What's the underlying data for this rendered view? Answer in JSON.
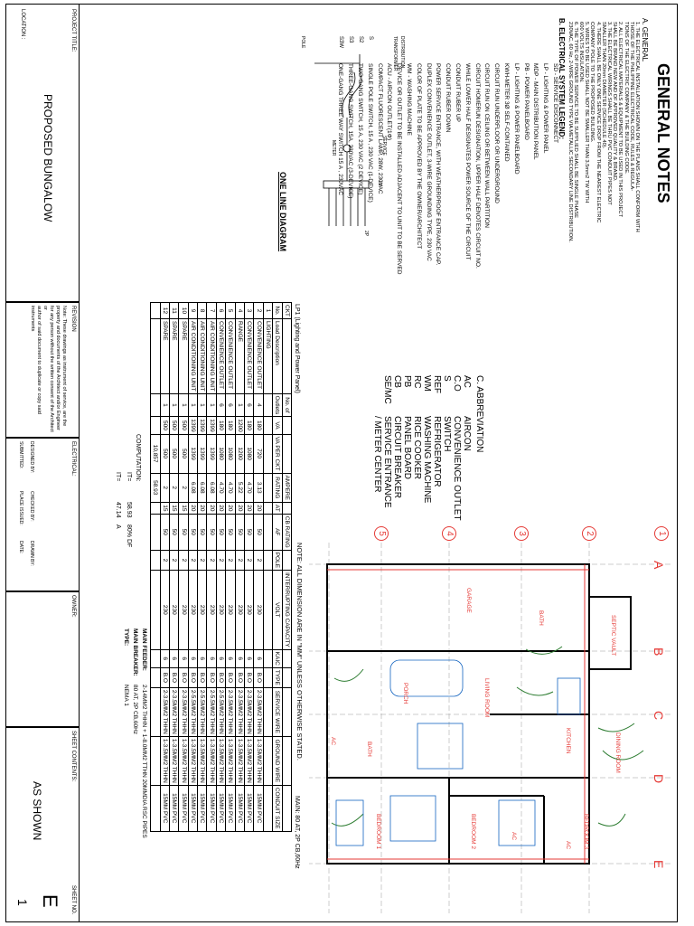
{
  "notes": {
    "title": "GENERAL NOTES",
    "section_a": "A. GENERAL",
    "items": [
      "1.   THE ELECTRICAL INSTALLATION SHOWN ON THE PLANS SHALL CONFORM WITH",
      "      THOSE OF THE PHILIPPINE ELECTRICAL CODE, RULES & REGULA-",
      "      TIONS OF THE ELECTRIC COMPANY & THE BUILDING CODE.",
      "2.   ALL ELECTRICAL MATERIALS & EQUIPMENT TO BE USED IN THIS PROJECT",
      "      SHALL BE BRAND NEW AND OF APPROVED QUALITY & BRAND.",
      "3.   THE ELECTRICAL WIRINGS SHALL BE THRU PVC CONDUIT PIPES NOT",
      "      SMALLER THAN 20mm DIAMETER (SCHEDULE 40).",
      "4.   THERE SHALL BE ONLY ONE SERVICE DROP FROM THE NEAREST ELECTRIC",
      "      COMPANY POLE TO THE PROPOSED BUILDING.",
      "5.   WIRES TO BE USED SHALL NOT BE SMALLER THAN 3.5mm2 TW WITH",
      "      600 VOLTS INSULATION.",
      "6.   THE TYPE OF POWER SERVICE TO BE SUPPLIED SHALL BE SINGLE PHASE",
      "      230VAC, 60 Hz, 2-WIRE GROUND TYPE VIA METALLIC SECONDARY LINE DISTRIBUTION."
    ],
    "section_b": "B. ELECTRICAL SYSTEM LEGEND:",
    "legend": [
      "SD - SERVICE DISCONNECT",
      "LP - LIGHTING & POWER PANEL",
      "MDP - MAIN DISTRIBUTION PANEL",
      "PB - POWER PANELBOARD",
      "LP - LIGHTING & POWER PANELBOARD",
      "KWH-METER 3Ø SELF-CONTAINED",
      "CIRCUIT RUN UNDERFLOOR OR UNDERGROUND",
      "CIRCUIT RUN ON CEILING OR BETWEEN WALL PARTITION",
      "CIRCUIT HOMERUN DESIGNATION, UPPER HALF DENOTES CIRCUIT NO.",
      "WHILE LOWER HALF DESIGNATES POWER SOURCE OF THE CIRCUIT",
      "CONDUIT RUBER UP",
      "CONDUIT RUBER DOWN",
      "POWER SERVICE ENTRANCE, WITH WEATHERPROOF ENTRANCE CAP.",
      "DUPLEX CONVENIENCE OUTLET, 3-WIRE GROUNDING TYPE, 230 VAC",
      "COLOR OF PLATE TO BE APPROVED BY THE OWNER/ARCHITECT",
      "WM - WASHING MACHINE",
      "DEVICE OR OUTLET TO BE INSTALLED ADJACENT TO UNIT TO BE SERVED",
      "ACU - AIRCON OUTLET(1Φ)",
      "COMPACT FLUORESCENT LAMP, 28W, 230VAC",
      "SINGLE POLE SWITCH, 15 A , 230 VAC (1-DEVICE)",
      "TWO-GANG SWITCH, 15 A, 230 VAC (2 DEVICE)",
      "THREE-GANG SWITCH, 15A, 230VAC (3-DEVICE)",
      "ONE-GANG THREE WAY SWITCH 15 A , 230VAC"
    ],
    "symbols": [
      "S",
      "S2",
      "S3",
      "S3W"
    ],
    "section_c": "C. ABBREVIATION",
    "abbreviations": [
      {
        "code": "AC",
        "desc": "AIRCON"
      },
      {
        "code": "C.O",
        "desc": "CONVENIENCE OUTLET"
      },
      {
        "code": "S",
        "desc": "SWITCH"
      },
      {
        "code": "REF",
        "desc": "REFRIGERATOR"
      },
      {
        "code": "WM",
        "desc": "WASHING MACHINE"
      },
      {
        "code": "RC",
        "desc": "RICE COOKER"
      },
      {
        "code": "PB",
        "desc": "PANEL BOARD"
      },
      {
        "code": "CB",
        "desc": "CIRCUIT BREAKER"
      },
      {
        "code": "SE/MC",
        "desc": "SERVICE ENTRANCE"
      },
      {
        "code": "",
        "desc": "/ METER CENTER"
      }
    ]
  },
  "one_line": {
    "title": "ONE LINE DIAGRAM",
    "labels": [
      "DISTRIBUTION",
      "TRANSFORMER",
      "SERVICE",
      "POLE",
      "METER",
      "LP",
      "2P"
    ]
  },
  "schedule": {
    "panel_title": "LP1 (Lighting and Power Panel)",
    "main_label": "MAIN: 80 AT, 2P CB,60Hz",
    "head1": [
      "CKT",
      "",
      "No. of",
      "",
      "",
      "AMPERE",
      "",
      "CB RATING",
      "",
      "INTERRUPTING CAPACITY",
      "",
      "",
      "",
      "",
      ""
    ],
    "head2": [
      "No.",
      "Load Description",
      "Outlets",
      "VA",
      "VA PER CKT",
      "RATING",
      "AT",
      "AF",
      "POLE",
      "VOLT",
      "KAIC",
      "TYPE",
      "SERVICE WIRE",
      "GROUND WIRE",
      "CONDUIT SIZE"
    ],
    "rows": [
      [
        "1",
        "LIGHTING",
        "",
        "",
        "",
        "",
        "",
        "",
        "",
        "",
        "",
        "",
        "",
        "",
        ""
      ],
      [
        "2",
        "CONVENIENCE OUTLET",
        "4",
        "180",
        "720",
        "3.13",
        "20",
        "50",
        "2",
        "230",
        "6",
        "B.O",
        "2-3.5MM2 THHN",
        "1-3.5MM2 THHN",
        "15MM PVC"
      ],
      [
        "3",
        "CONVENIENCE OUTLET",
        "6",
        "180",
        "1080",
        "4.70",
        "20",
        "50",
        "2",
        "230",
        "6",
        "B.O",
        "2-3.5MM2 THHN",
        "1-3.5MM2 THHN",
        "15MM PVC"
      ],
      [
        "4",
        "RANGE",
        "1",
        "1200",
        "1200",
        "5.22",
        "20",
        "50",
        "2",
        "230",
        "6",
        "B.O",
        "2-3.5MM2 THHN",
        "1-3.5MM2 THHN",
        "15MM PVC"
      ],
      [
        "5",
        "CONVENIENCE OUTLET",
        "6",
        "180",
        "1080",
        "4.70",
        "20",
        "50",
        "2",
        "230",
        "6",
        "B.O",
        "2-3.5MM2 THHN",
        "1-3.5MM2 THHN",
        "15MM PVC"
      ],
      [
        "6",
        "CONVENIENCE OUTLET",
        "6",
        "180",
        "1080",
        "4.70",
        "20",
        "50",
        "2",
        "230",
        "6",
        "B.O",
        "2-5.5MM2 THHN",
        "1-3.5MM2 THHN",
        "15MM PVC"
      ],
      [
        "7",
        "AIR CONDITIONING UNIT",
        "1",
        "1399",
        "1399",
        "6.08",
        "20",
        "50",
        "2",
        "230",
        "6",
        "B.O",
        "2-5.5MM2 THHN",
        "1-3.5MM2 THHN",
        "15MM PVC"
      ],
      [
        "8",
        "AIR CONDITIONING UNIT",
        "1",
        "1399",
        "1399",
        "6.08",
        "20",
        "50",
        "2",
        "230",
        "6",
        "B.O",
        "2-5.5MM2 THHN",
        "1-3.5MM2 THHN",
        "15MM PVC"
      ],
      [
        "9",
        "AIR CONDITIONING UNIT",
        "1",
        "1399",
        "1399",
        "6.08",
        "20",
        "50",
        "2",
        "230",
        "6",
        "B.O",
        "2-5.5MM2 THHN",
        "1-3.5MM2 THHN",
        "15MM PVC"
      ],
      [
        "10",
        "SPARE",
        "1",
        "500",
        "500",
        "2",
        "15",
        "50",
        "2",
        "230",
        "6",
        "B.O",
        "2-3.5MM2 THHN",
        "1-3.5MM2 THHN",
        "15MM PVC"
      ],
      [
        "11",
        "SPARE",
        "1",
        "500",
        "500",
        "2",
        "15",
        "50",
        "2",
        "230",
        "6",
        "B.O",
        "2-3.5MM2 THHN",
        "1-3.5MM2 THHN",
        "15MM PVC"
      ],
      [
        "12",
        "SPARE",
        "1",
        "500",
        "500",
        "2",
        "15",
        "50",
        "2",
        "230",
        "6",
        "B.O",
        "2-3.5MM2 THHN",
        "1-3.5MM2 THHN",
        "15MM PVC"
      ]
    ],
    "totals": [
      "",
      "",
      "",
      "",
      "10,857",
      "58.93",
      "",
      "",
      "",
      "",
      "",
      "",
      "",
      "",
      ""
    ],
    "computation_label": "COMPUTATION:",
    "it1_label": "IT=",
    "it1_value": "58.93",
    "it1_note": "80% DF",
    "it2_label": "IT=",
    "it2_value": "47.14",
    "it2_unit": "A",
    "main_feeder_label": "MAIN FEEDER:",
    "main_feeder_value": "2-14MM2 THHN + 1-8.0MM2 TTHN 20MMDIA RSC PIPES",
    "main_breaker_label": "MAIN BREAKER:",
    "main_breaker_value": "80 AT, 2P CB,60Hz",
    "type_label": "TYPE:",
    "type_value": "NEMA 1"
  },
  "plan": {
    "note": "NOTE: ALL DIMENSION ARE IN \"MM\" UNLESS OTHERWISE STATED.",
    "grid_numbers": [
      "1",
      "2",
      "3",
      "4",
      "5"
    ],
    "grid_letters": [
      "A",
      "B",
      "C",
      "D",
      "E"
    ],
    "rooms": [
      "SEPTIC VAULT",
      "BATH",
      "GARAGE",
      "KITCHEN",
      "DINING ROOM",
      "LIVING ROOM",
      "PORCH",
      "BEDROOM 3",
      "BEDROOM 2",
      "BEDROOM 1",
      "BATH",
      "AC",
      "AC",
      "AC"
    ]
  },
  "title_block": {
    "project_title_label": "PROJECT TITLE:",
    "project_title": "PROPOSED BUNGALOW",
    "location_label": "LOCATION :",
    "revision_label": "REVISION",
    "note_text": [
      "Note: These drawings as instrument of service, are the",
      "property and documents of the Architect and/or Engineer",
      "for any person without the written consent of the Architect or",
      "author of said document to duplicate or copy said instruments"
    ],
    "electrical_label": "ELECTRICAL:",
    "owner_label": "OWNER:",
    "sheet_contents_label": "SHEET CONTENTS:",
    "sheet_no_label": "SHEET NO.",
    "scale": "AS SHOWN",
    "sheet_letter": "E",
    "sheet_number": "1",
    "small_labels": [
      "DESIGNED BY:",
      "CHECKED BY:",
      "DRAWN BY:",
      "SUBMITTED:",
      "PLACE ISSUED:",
      "DATE:"
    ]
  }
}
